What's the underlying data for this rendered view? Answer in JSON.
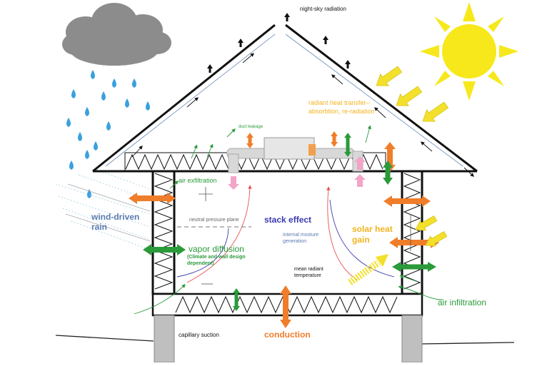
{
  "labels": {
    "night_sky": "night-sky radiation",
    "radiant_heat_line1": "radiant heat transfer--",
    "radiant_heat_line2": "absorbtion, re-radiation",
    "duct_leakage": "duct leakage",
    "air_exfiltration": "air exfiltration",
    "wind_driven_line1": "wind-driven",
    "wind_driven_line2": "rain",
    "neutral_pressure": "neutral pressure plane",
    "stack_effect": "stack effect",
    "internal_moisture_line1": "internal mosture",
    "internal_moisture_line2": "generation",
    "solar_heat_line1": "solar heat",
    "solar_heat_line2": "gain",
    "vapor_diffusion": "vapor diffusion",
    "climate_line1": "(Climate and wall design",
    "climate_line2": "dependent)",
    "mean_radiant_line1": "mean radiant",
    "mean_radiant_line2": "temperature",
    "air_infiltration": "air infiltration",
    "capillary_suction": "capillary suction",
    "conduction": "conduction"
  },
  "colors": {
    "orange_arrow": "#f07d2a",
    "green_arrow": "#2a9a3a",
    "yellow_arrow": "#f2e02a",
    "sun": "#f7e81c",
    "rain": "#3aa0de",
    "cloud": "#8c8c8c",
    "pink_arrow": "#f3a4c8",
    "stack_red": "#e85050",
    "stack_blue": "#3a3ab0",
    "orange_text": "#f07d2a",
    "solar_text": "#f2b420",
    "green_text": "#2a9a3a",
    "blue_text": "#5a7ab0"
  },
  "icons": [
    "cloud-icon",
    "sun-icon",
    "raindrop-icon",
    "duct-unit-icon"
  ]
}
